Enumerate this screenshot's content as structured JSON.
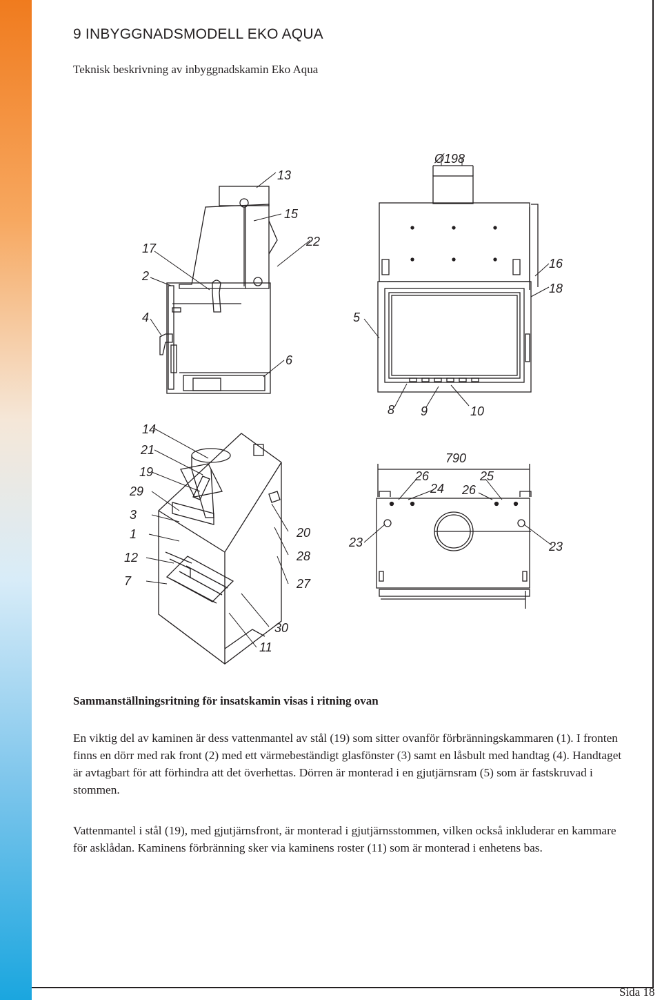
{
  "document": {
    "heading": "9 INBYGGNADSMODELL EKO AQUA",
    "subheading": "Teknisk beskrivning av inbyggnadskamin Eko Aqua",
    "drawing_labels": {
      "diameter": "Ø198",
      "width": "790",
      "n13": "13",
      "n15": "15",
      "n17": "17",
      "n2": "2",
      "n22": "22",
      "n4": "4",
      "n6": "6",
      "n16": "16",
      "n18": "18",
      "n5": "5",
      "n8": "8",
      "n9": "9",
      "n10": "10",
      "n14": "14",
      "n21": "21",
      "n19": "19",
      "n29": "29",
      "n3": "3",
      "n1": "1",
      "n12": "12",
      "n7": "7",
      "n20": "20",
      "n28": "28",
      "n27": "27",
      "n30": "30",
      "n11": "11",
      "n26a": "26",
      "n25": "25",
      "n24": "24",
      "n26b": "26",
      "n23a": "23",
      "n23b": "23"
    },
    "caption": "Sammanställningsritning för insatskamin visas i ritning ovan",
    "paragraph1": "En viktig del av kaminen är dess vattenmantel av stål (19) som sitter ovanför förbränningskammaren (1). I fronten finns en dörr med rak front (2) med ett värmebeständigt glasfönster (3) samt en låsbult med handtag (4). Handtaget är avtagbart för att förhindra att det överhettas. Dörren är monterad i en gjutjärnsram (5) som är fastskruvad i stommen.",
    "paragraph2": "Vattenmantel i stål (19), med gjutjärnsfront, är monterad i gjutjärnsstommen, vilken också inkluderar en kammare för asklådan. Kaminens förbränning sker via kaminens roster (11) som är monterad i enhetens bas.",
    "page_number": "Sida 18"
  },
  "colors": {
    "gradient_top": "#f07b1e",
    "gradient_bottom": "#1aa6df",
    "text": "#231f20"
  }
}
